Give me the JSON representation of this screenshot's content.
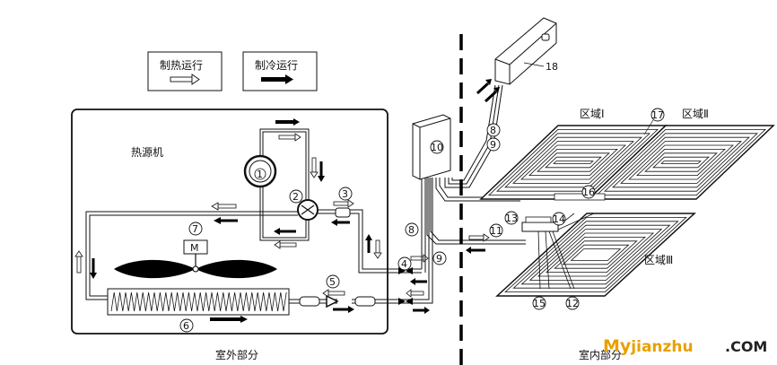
{
  "legend": {
    "heating_label": "制热运行",
    "cooling_label": "制冷运行"
  },
  "labels": {
    "heat_source": "热源机",
    "outdoor_part": "室外部分",
    "indoor_part": "室内部分",
    "zone1": "区域Ⅰ",
    "zone2": "区域Ⅱ",
    "zone3": "区域Ⅲ",
    "motor": "M"
  },
  "component_numbers": {
    "n1": "1",
    "n2": "2",
    "n3": "3",
    "n4": "4",
    "n5": "5",
    "n6": "6",
    "n7": "7",
    "n8": "8",
    "n8b": "8",
    "n9": "9",
    "n9b": "9",
    "n10": "10",
    "n11": "11",
    "n12": "12",
    "n13": "13",
    "n14": "14",
    "n15": "15",
    "n16": "16",
    "n17": "17",
    "n18": "18"
  },
  "watermark": {
    "brand": "Myjianzhu",
    "tld": ".COM",
    "color_primary": "#e8a000",
    "color_tld": "#222222"
  },
  "colors": {
    "line": "#111111",
    "arrow_cooling": "#000000",
    "arrow_heating": "#ffffff"
  }
}
